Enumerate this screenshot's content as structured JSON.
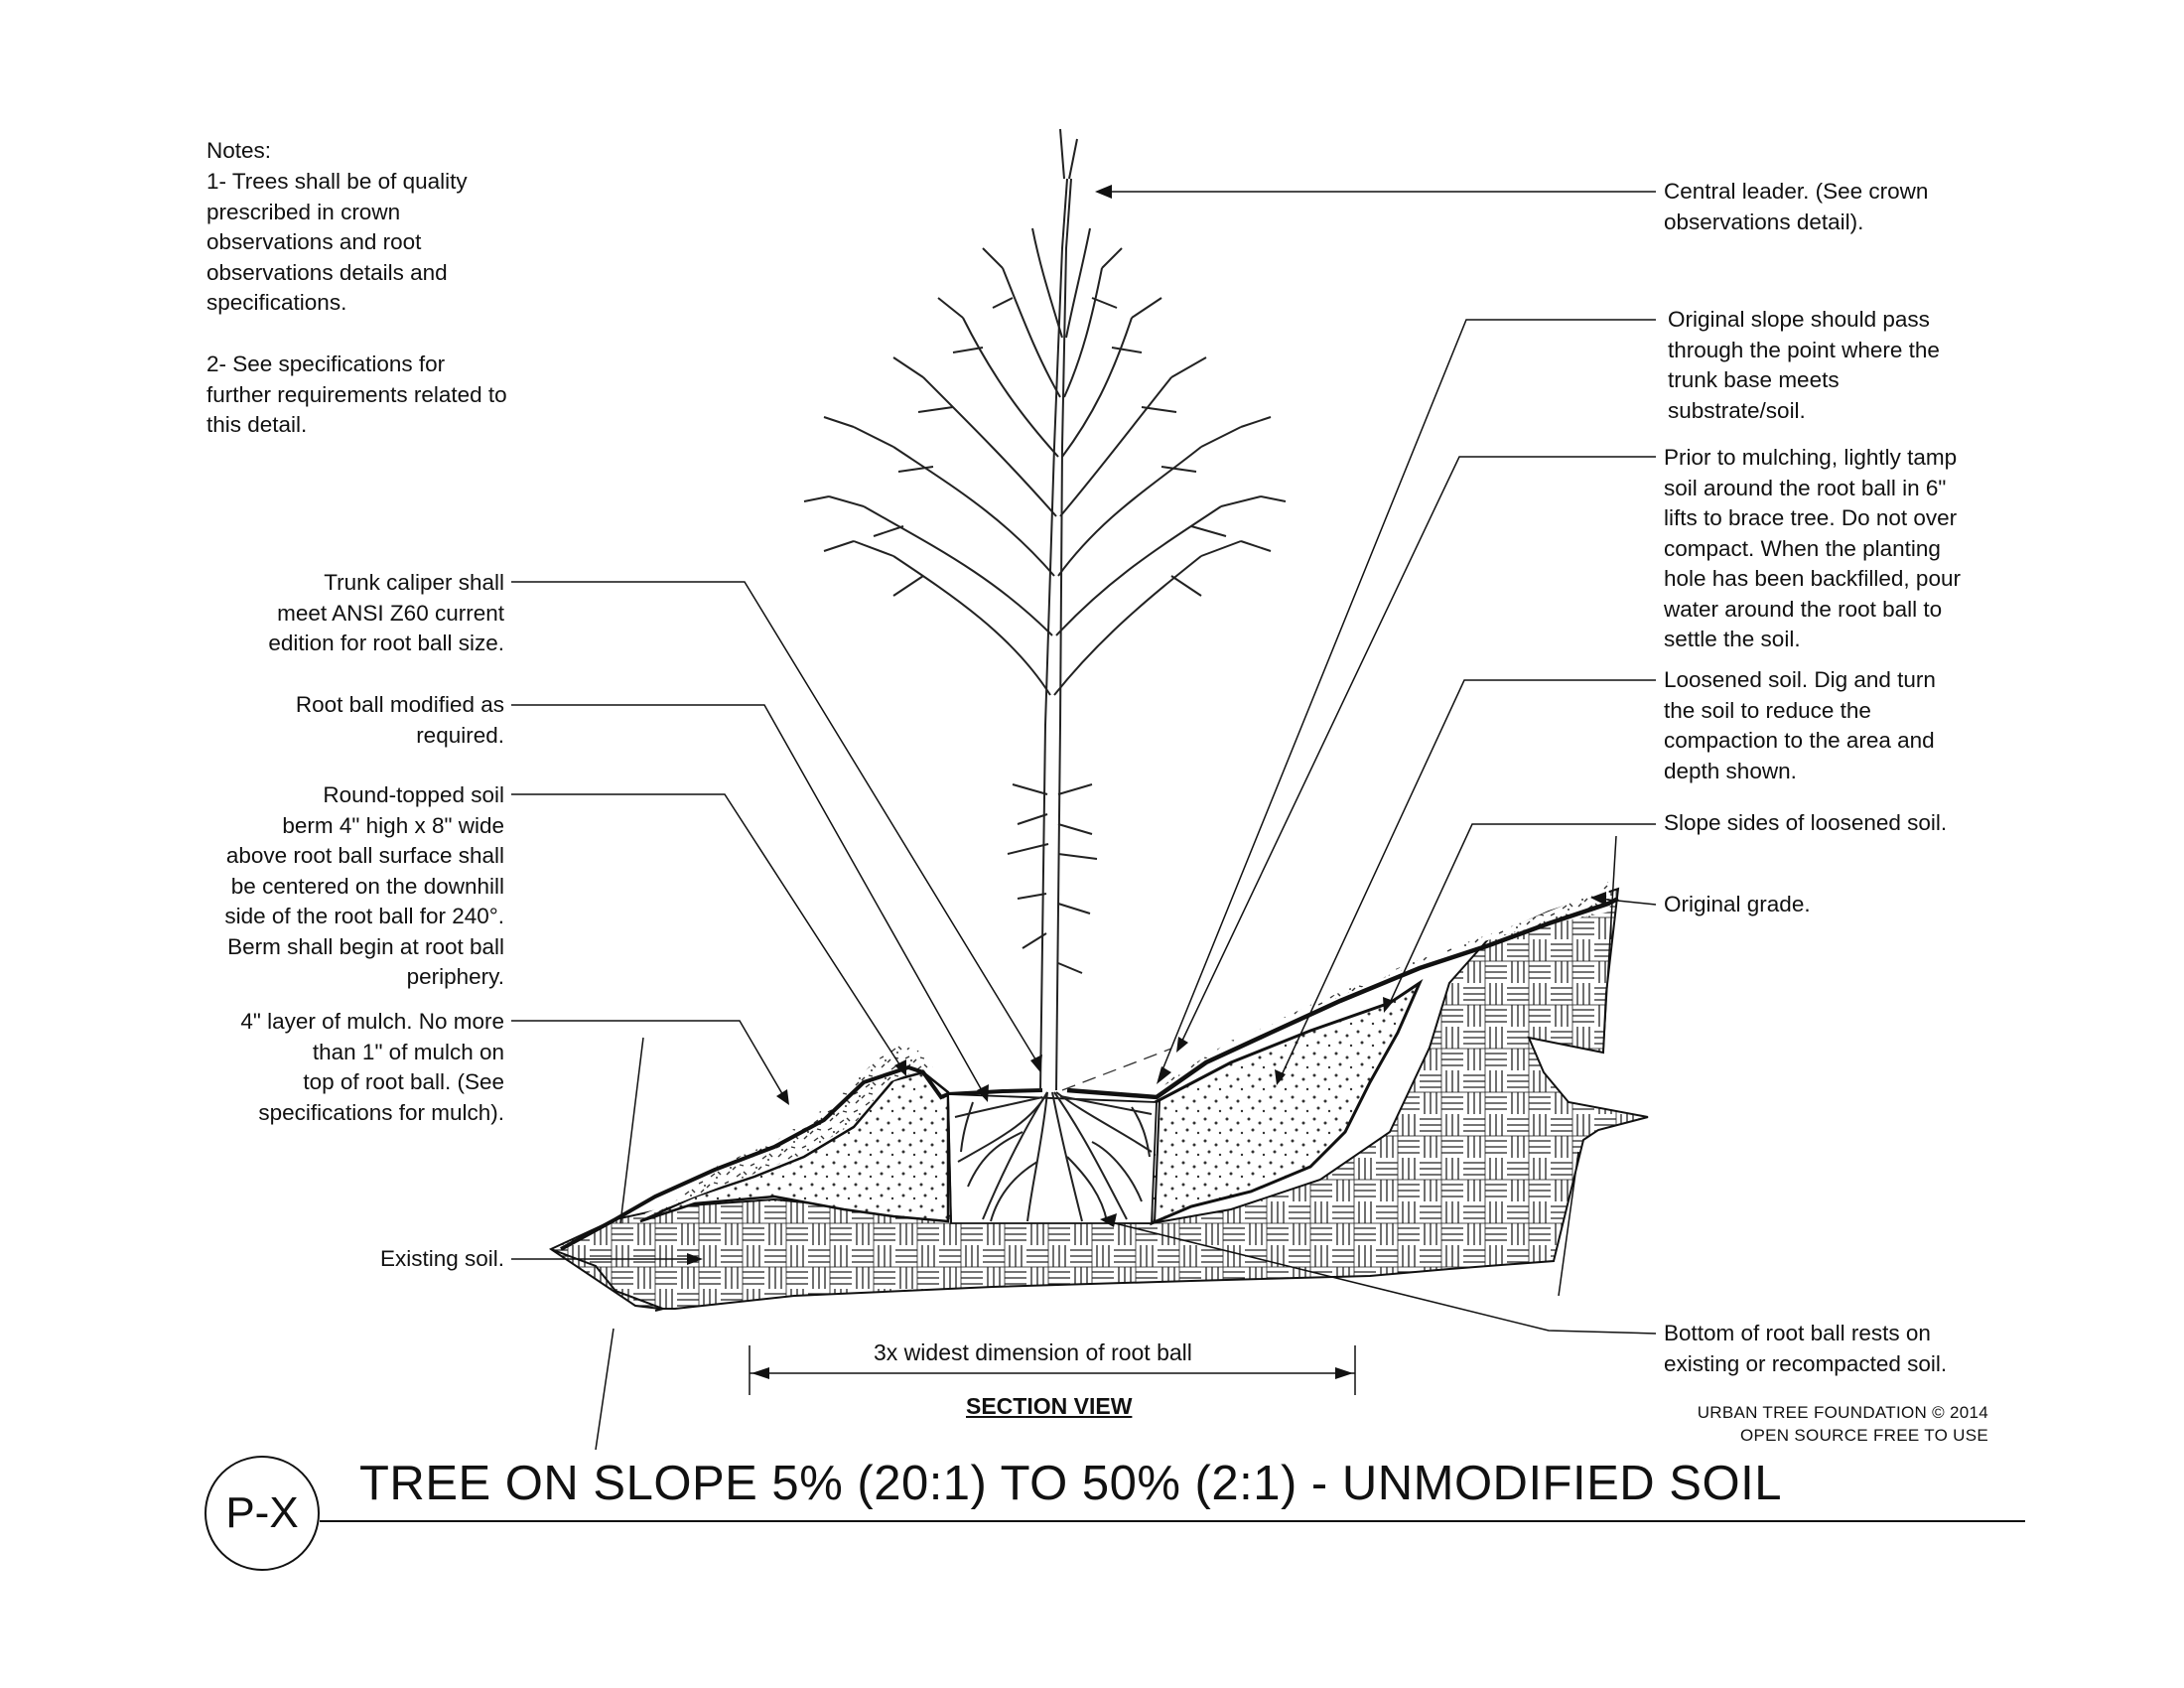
{
  "notes": {
    "heading": "Notes:",
    "note1": "1- Trees shall be of quality\nprescribed in crown\nobservations and root\nobservations details and\nspecifications.",
    "note2": "2- See specifications for\nfurther requirements related to\nthis detail."
  },
  "callouts_left": {
    "trunk_caliper": "Trunk caliper shall\nmeet ANSI Z60 current\nedition for root ball size.",
    "root_ball_modified": "Root ball modified as\nrequired.",
    "soil_berm": "Round-topped soil\nberm 4\" high x 8\" wide\nabove root ball surface shall\nbe centered on the downhill\nside of the root ball for 240°.\nBerm shall begin at root ball\nperiphery.",
    "mulch_layer": "4\" layer of mulch. No more\nthan 1\" of mulch on\ntop of root ball. (See\nspecifications for mulch).",
    "existing_soil": "Existing soil."
  },
  "callouts_right": {
    "central_leader": "Central leader. (See crown\nobservations detail).",
    "original_slope": "Original slope should pass\nthrough the point where the\ntrunk base meets\nsubstrate/soil.",
    "tamp_soil": "Prior to mulching, lightly tamp\nsoil around the root ball in 6\"\nlifts to brace tree. Do not over\ncompact. When the planting\nhole has been backfilled, pour\nwater around the root ball to\nsettle the soil.",
    "loosened_soil": "Loosened soil. Dig and turn\nthe soil to reduce the\ncompaction to the area and\ndepth shown.",
    "slope_sides": "Slope sides of loosened soil.",
    "original_grade": "Original grade.",
    "root_ball_bottom": "Bottom of root ball rests on\nexisting or recompacted soil."
  },
  "dimension_label": "3x widest dimension of root ball",
  "section_view": "SECTION VIEW",
  "credit": {
    "line1": "URBAN TREE FOUNDATION © 2014",
    "line2": "OPEN SOURCE FREE TO USE"
  },
  "detail_id": "P-X",
  "title": "TREE ON SLOPE 5% (20:1) TO 50% (2:1) - UNMODIFIED SOIL"
}
